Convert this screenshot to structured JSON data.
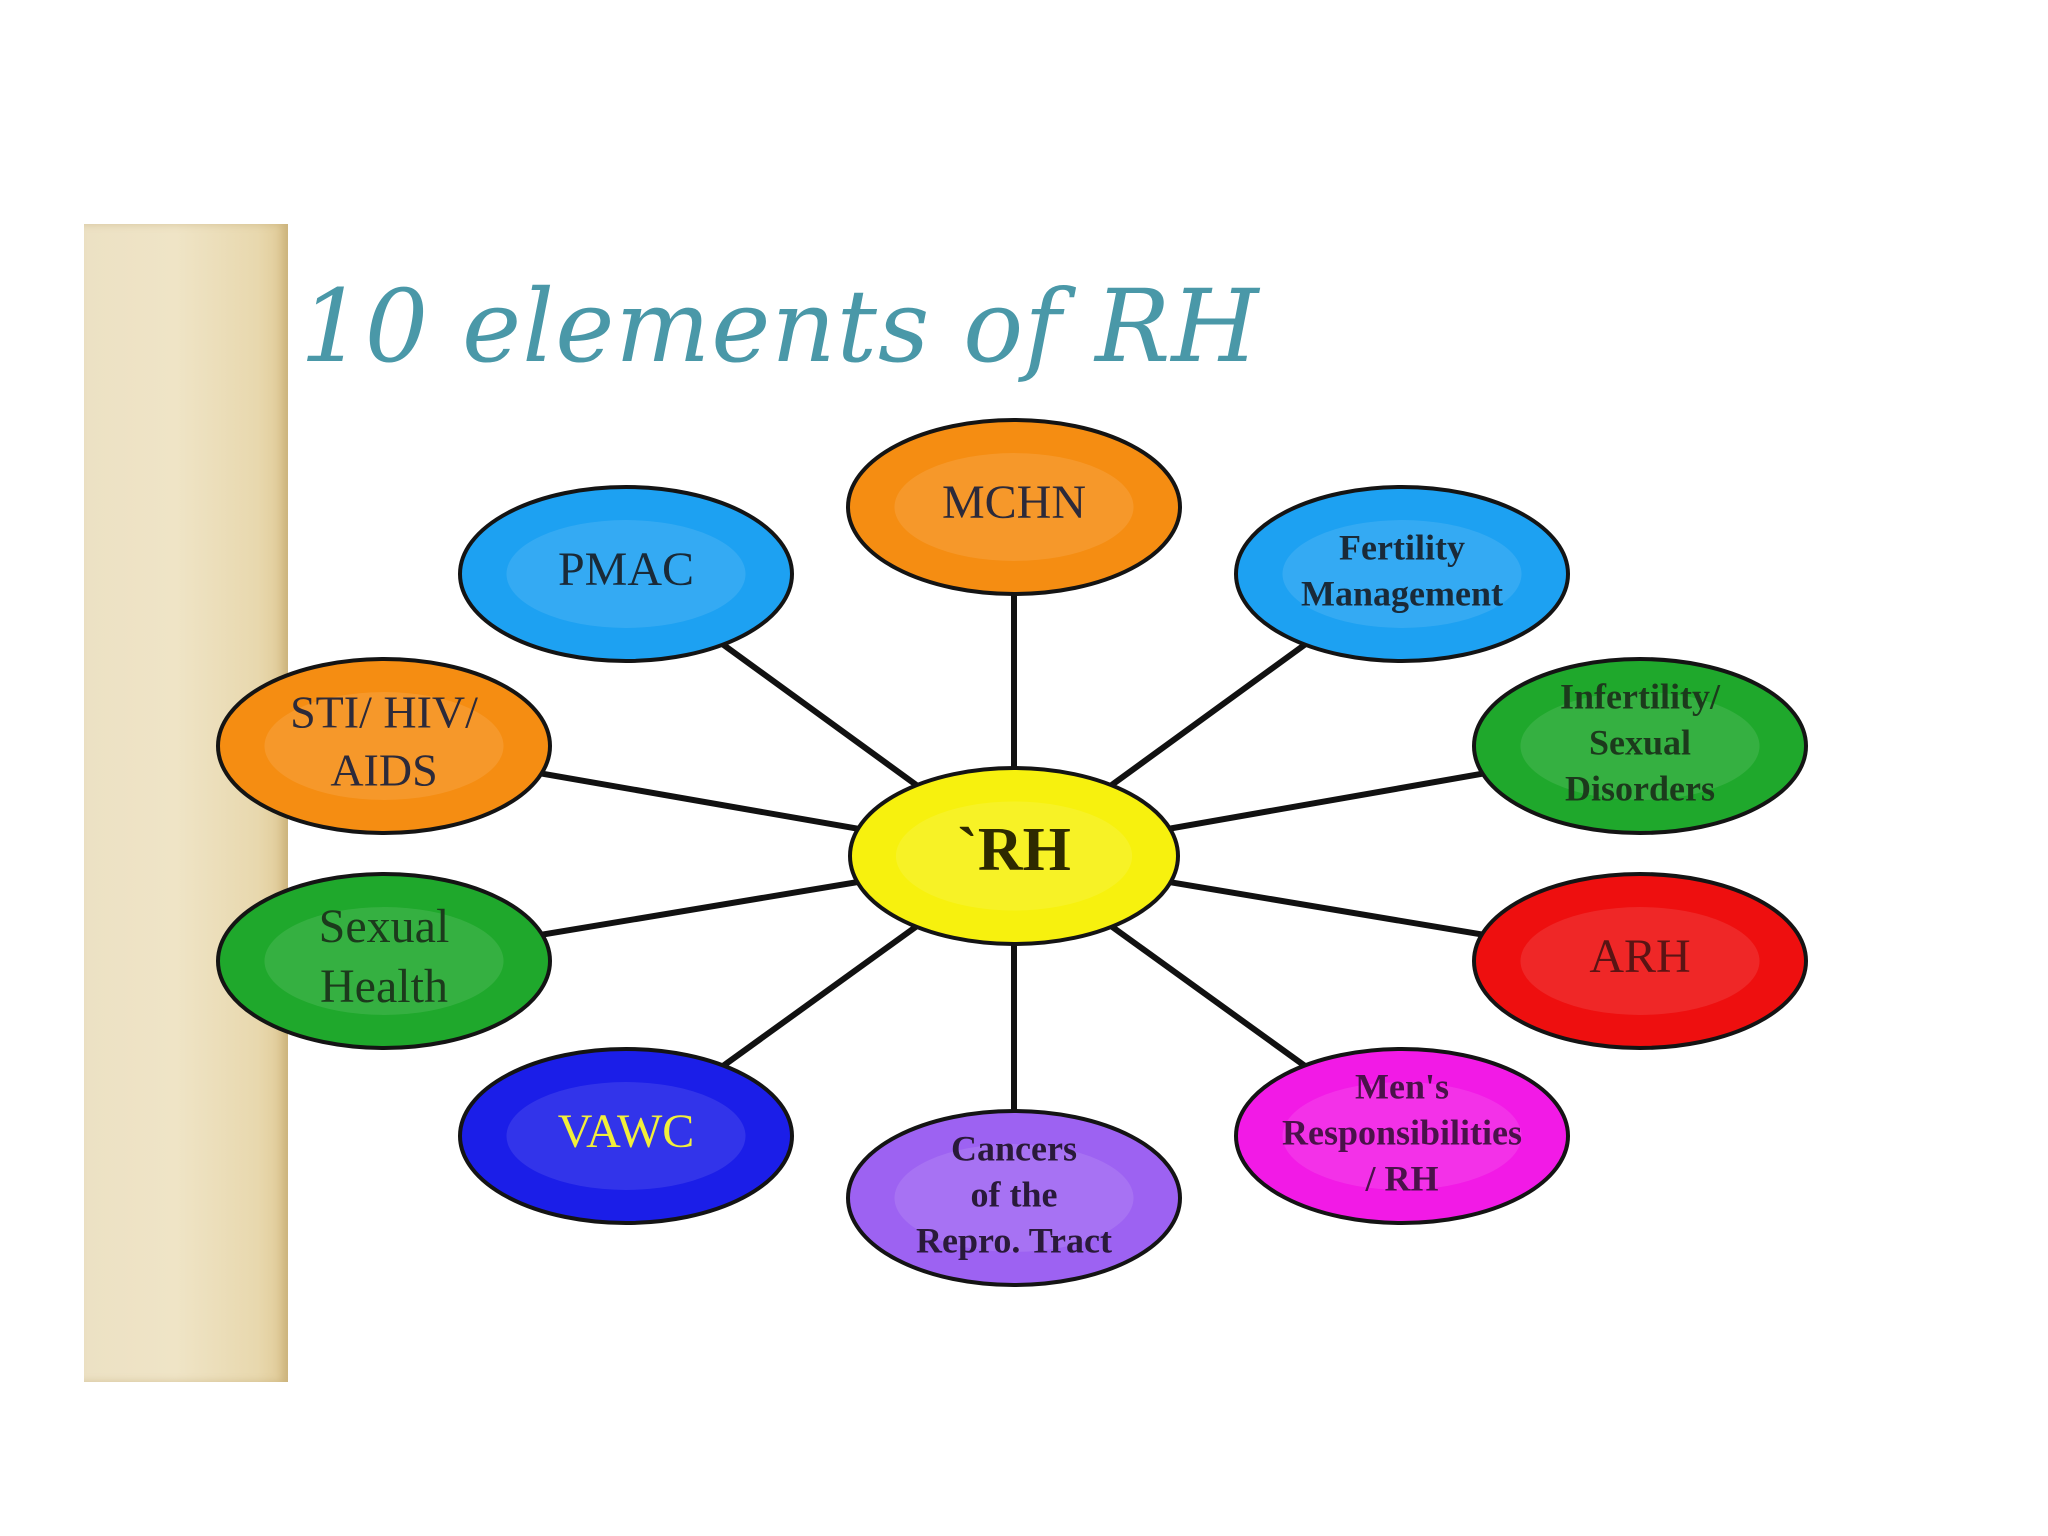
{
  "title": "10 elements of RH",
  "center": {
    "id": "rh",
    "lines": [
      "`RH"
    ],
    "fill": "#f7f10e",
    "text_color": "#2e2a00"
  },
  "nodes": [
    {
      "id": "mchn",
      "lines": [
        "MCHN"
      ],
      "fill": "#f58d12",
      "text_color": "#2c2a3a"
    },
    {
      "id": "fertility-management",
      "lines": [
        "Fertility",
        "Management"
      ],
      "fill": "#1da1f2",
      "text_color": "#1a2a38"
    },
    {
      "id": "infertility-sexual-disorders",
      "lines": [
        "Infertility/",
        "Sexual",
        "Disorders"
      ],
      "fill": "#1fa82c",
      "text_color": "#1c3a1c"
    },
    {
      "id": "arh",
      "lines": [
        "ARH"
      ],
      "fill": "#ee0f0f",
      "text_color": "#5a1414"
    },
    {
      "id": "mens-responsibilities-rh",
      "lines": [
        "Men's",
        "Responsibilities",
        "/ RH"
      ],
      "fill": "#f21ae6",
      "text_color": "#4a124a"
    },
    {
      "id": "cancers-repro-tract",
      "lines": [
        "Cancers",
        "of the",
        "Repro. Tract"
      ],
      "fill": "#9d62f2",
      "text_color": "#2a1a3a"
    },
    {
      "id": "vawc",
      "lines": [
        "VAWC"
      ],
      "fill": "#1b1ee8",
      "text_color": "#f2ef3a"
    },
    {
      "id": "sexual-health",
      "lines": [
        "Sexual",
        "Health"
      ],
      "fill": "#1fa82c",
      "text_color": "#1c3a1c"
    },
    {
      "id": "sti-hiv-aids",
      "lines": [
        "STI/ HIV/",
        "AIDS"
      ],
      "fill": "#f58d12",
      "text_color": "#2c2a3a"
    },
    {
      "id": "pmac",
      "lines": [
        "PMAC"
      ],
      "fill": "#1da1f2",
      "text_color": "#1a2a38"
    }
  ]
}
